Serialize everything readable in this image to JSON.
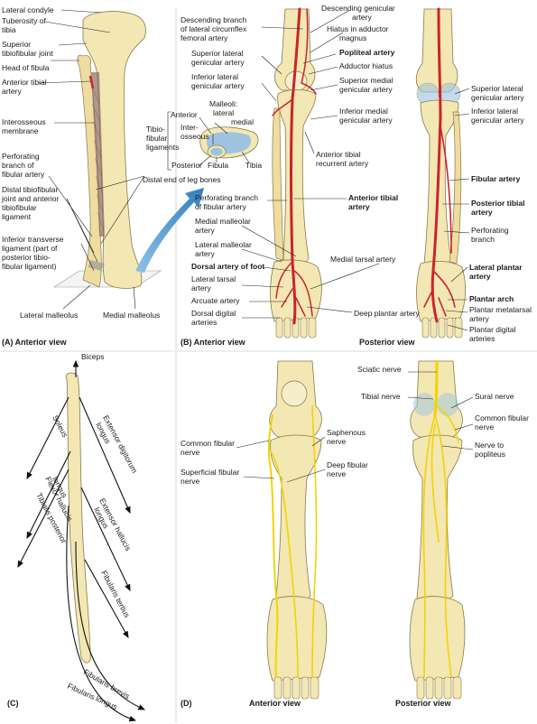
{
  "panelA": {
    "caption_letter": "(A)",
    "caption_text": "Anterior view",
    "labels": {
      "lateral_condyle": "Lateral condyle",
      "tuberosity1": "Tuberosity of",
      "tuberosity2": "tibia",
      "superior_tfj1": "Superior",
      "superior_tfj2": "tibiofibular joint",
      "head_fibula": "Head of fibula",
      "ant_tibial1": "Anterior tibial",
      "ant_tibial2": "artery",
      "interosseous1": "Interosseous",
      "interosseous2": "membrane",
      "tibiofibular1": "Tibio-",
      "tibiofibular2": "fibular",
      "tibiofibular3": "ligaments",
      "perforating1": "Perforating",
      "perforating2": "branch of",
      "perforating3": "fibular artery",
      "distal_tfj1": "Distal tibiofibular",
      "distal_tfj2": "joint and anterior",
      "distal_tfj3": "tibiofibular",
      "distal_tfj4": "ligament",
      "inf_trans1": "Inferior transverse",
      "inf_trans2": "ligament (part of",
      "inf_trans3": "posterior tibio-",
      "inf_trans4": "fibular ligament)",
      "lateral_malleolus": "Lateral malleolus",
      "medial_malleolus": "Medial malleolus"
    }
  },
  "inset": {
    "anterior": "Anterior",
    "malleoli1": "Malleoli:",
    "malleoli2": "lateral",
    "malleoli3": "medial",
    "interosseous1": "Inter-",
    "interosseous2": "osseous",
    "posterior": "Posterior",
    "fibula": "Fibula",
    "tibia": "Tibia",
    "caption": "Distal end of leg bones"
  },
  "panelB": {
    "caption_letter": "(B)",
    "caption_text": "Anterior view",
    "posterior_caption": "Posterior view",
    "left_labels": {
      "desc_lat1": "Descending branch",
      "desc_lat2": "of lateral circumflex",
      "desc_lat3": "femoral artery",
      "sup_lat1": "Superior lateral",
      "sup_lat2": "genicular artery",
      "inf_lat1": "Inferior lateral",
      "inf_lat2": "genicular artery",
      "perf1": "Perforating branch",
      "perf2": "of fibular artery",
      "med_mall1": "Medial malleolar",
      "med_mall2": "artery",
      "lat_mall1": "Lateral malleolar",
      "lat_mall2": "artery",
      "dorsal_foot": "Dorsal artery of foot",
      "lat_tarsal1": "Lateral tarsal",
      "lat_tarsal2": "artery",
      "arcuate": "Arcuate artery",
      "dorsal_dig1": "Dorsal digital",
      "dorsal_dig2": "arteries"
    },
    "mid_labels": {
      "desc_gen1": "Descending genicular",
      "desc_gen2": "artery",
      "hiatus1": "Hiatus in adductor",
      "hiatus2": "magnus",
      "popliteal": "Popliteal artery",
      "adductor_hiatus": "Adductor hiatus",
      "sup_med1": "Superior medial",
      "sup_med2": "genicular artery",
      "inf_med1": "Inferior medial",
      "inf_med2": "genicular artery",
      "ant_rec1": "Anterior tibial",
      "ant_rec2": "recurrent artery",
      "ant_tib1": "Anterior tibial",
      "ant_tib2": "artery",
      "med_tarsal": "Medial tarsal artery",
      "deep_plantar": "Deep plantar artery"
    },
    "right_labels": {
      "sup_lat1": "Superior lateral",
      "sup_lat2": "genicular artery",
      "inf_lat1": "Inferior lateral",
      "inf_lat2": "genicular artery",
      "fibular": "Fibular artery",
      "post_tib1": "Posterior tibial",
      "post_tib2": "artery",
      "perf1": "Perforating",
      "perf2": "branch",
      "lat_plantar1": "Lateral plantar",
      "lat_plantar2": "artery",
      "plantar_arch": "Plantar arch",
      "plantar_meta1": "Plantar metatarsal",
      "plantar_meta2": "artery",
      "plantar_dig1": "Plantar digital",
      "plantar_dig2": "arteries"
    }
  },
  "panelC": {
    "caption_letter": "(C)",
    "muscles": {
      "biceps": "Biceps",
      "soleus": "Soleus",
      "fhl1": "Flexor hallucis",
      "fhl2": "longus",
      "tib_post": "Tibialis posterior",
      "edl1": "Extensor digitorum",
      "edl2": "longus",
      "ehl1": "Extensor hallucis",
      "ehl2": "longus",
      "fib_tertius": "Fibularis tertius",
      "fib_brevis": "Fibularis brevis",
      "fib_longus": "Fibularis longus"
    }
  },
  "panelD": {
    "caption_letter": "(D)",
    "anterior_caption": "Anterior  view",
    "posterior_caption": "Posterior  view",
    "labels": {
      "common_fib1": "Common fibular",
      "common_fib2": "nerve",
      "sup_fib1": "Superficial fibular",
      "sup_fib2": "nerve",
      "saphenous1": "Saphenous",
      "saphenous2": "nerve",
      "deep_fib1": "Deep fibular",
      "deep_fib2": "nerve",
      "sciatic": "Sciatic nerve",
      "tibial": "Tibial nerve",
      "sural": "Sural nerve",
      "common_fib_r1": "Common fibular",
      "common_fib_r2": "nerve",
      "popliteus1": "Nerve to",
      "popliteus2": "popliteus"
    }
  },
  "colors": {
    "bone": "#f3e7b4",
    "artery": "#c9252c",
    "nerve": "#f2d400",
    "inset_arrow": "#3d8fcb"
  }
}
